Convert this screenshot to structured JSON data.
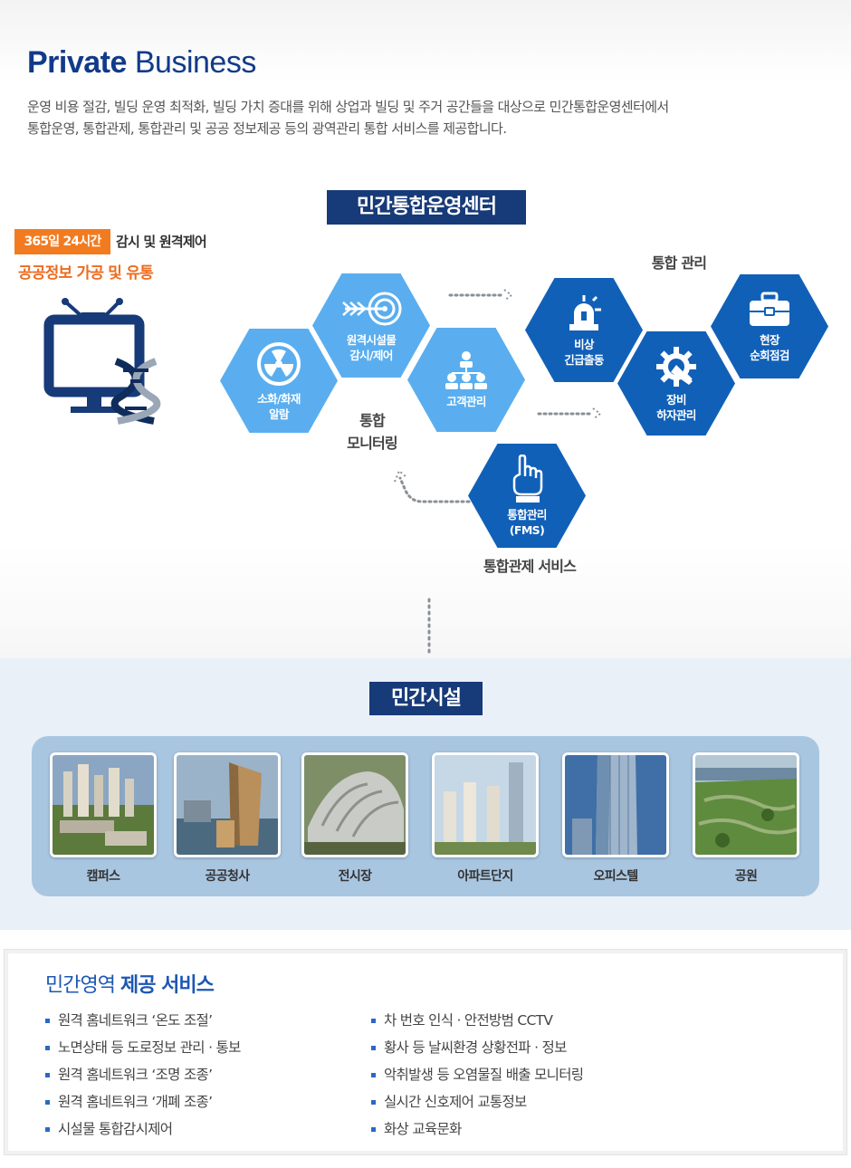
{
  "header": {
    "title_bold": "Private",
    "title_light": "Business",
    "intro_line1": "운영 비용 절감, 빌딩 운영 최적화, 빌딩 가치 증대를 위해 상업과 빌딩 및 주거 공간들을 대상으로 민간통합운영센터에서",
    "intro_line2": "통합운영, 통합관제, 통합관리 및 공공 정보제공 등의 광역관리 통합 서비스를 제공합니다."
  },
  "center": {
    "title": "민간통합운영센터",
    "badge": "365일 24시간",
    "badge_text": "감시 및 원격제어",
    "orange_text": "공공정보 가공 및 유통"
  },
  "hexagons": [
    {
      "label": "소화/화재\n알람",
      "icon": "radiation-icon"
    },
    {
      "label": "원격시설물\n감시/제어",
      "icon": "target-arrow-icon"
    },
    {
      "label": "고객관리",
      "icon": "people-network-icon"
    },
    {
      "label": "비상\n긴급출동",
      "icon": "siren-icon"
    },
    {
      "label": "장비\n하자관리",
      "icon": "gear-wrench-icon"
    },
    {
      "label": "현장\n순회점검",
      "icon": "briefcase-icon"
    },
    {
      "label": "통합관리\n(FMS)",
      "icon": "hand-pointer-icon"
    }
  ],
  "groups": {
    "monitoring": "통합\n모니터링",
    "management": "통합 관리",
    "control": "통합관제 서비스"
  },
  "facilities": {
    "title": "민간시설",
    "items": [
      "캠퍼스",
      "공공청사",
      "전시장",
      "아파트단지",
      "오피스텔",
      "공원"
    ]
  },
  "services": {
    "title_light": "민간영역",
    "title_bold": "제공 서비스",
    "left": [
      "원격 홈네트워크 ‘온도 조절’",
      "노면상태 등 도로정보 관리 · 통보",
      "원격 홈네트워크 ‘조명 조종’",
      "원격 홈네트워크 ‘개폐 조종’",
      "시설물 통합감시제어"
    ],
    "right": [
      "차 번호 인식 · 안전방범 CCTV",
      "황사 등 날씨환경 상황전파 · 정보",
      "악취발생 등 오염물질 배출 모니터링",
      "실시간 신호제어 교통정보",
      "화상 교육문화"
    ]
  },
  "colors": {
    "navy": "#173a78",
    "hex_light": "#5aaeef",
    "hex_dark": "#1160b8",
    "orange": "#f27b20",
    "panel": "#a9c6e1",
    "service_title": "#1d57b3"
  }
}
